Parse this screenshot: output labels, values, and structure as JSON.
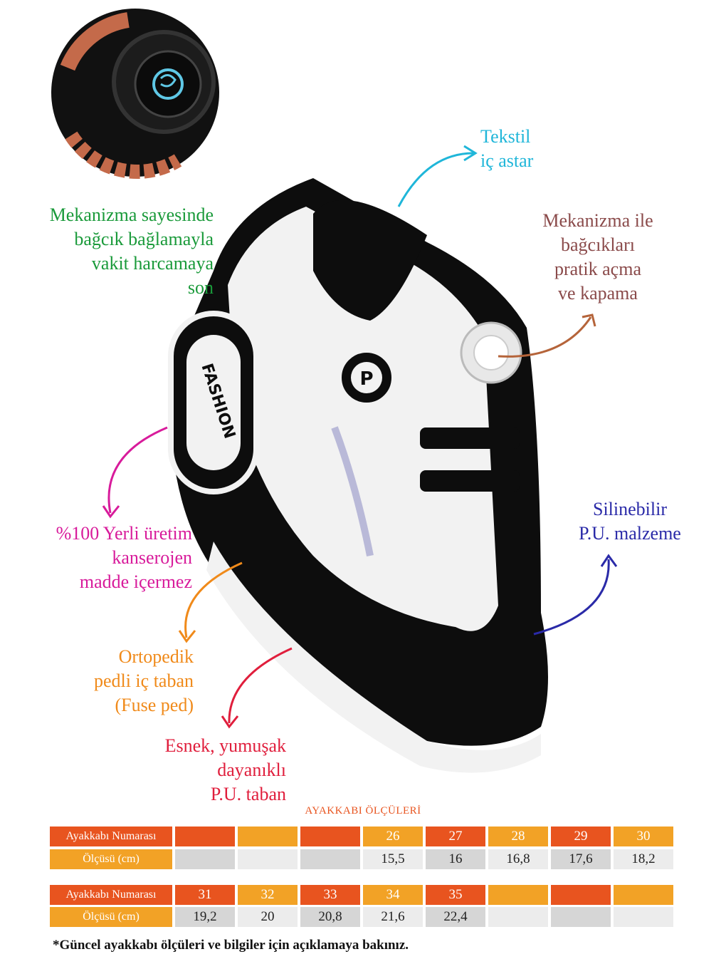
{
  "callouts": {
    "mechanism_left": {
      "lines": [
        "Mekanizma sayesinde",
        "bağcık bağlamayla",
        "vakit harcamaya",
        "son"
      ],
      "color": "#1a9a3a"
    },
    "textile": {
      "lines": [
        "Tekstil",
        "iç astar"
      ],
      "color": "#1fb6d9"
    },
    "mechanism_right": {
      "lines": [
        "Mekanizma ile",
        "bağcıkları",
        "pratik açma",
        "ve kapama"
      ],
      "color": "#8a4a4a"
    },
    "local": {
      "lines": [
        "%100 Yerli üretim",
        "kanserojen",
        "madde içermez"
      ],
      "color": "#d81b9b"
    },
    "pu_material": {
      "lines": [
        "Silinebilir",
        "P.U. malzeme"
      ],
      "color": "#2a2aa8"
    },
    "orthopedic": {
      "lines": [
        "Ortopedik",
        "pedli iç taban",
        "(Fuse ped)"
      ],
      "color": "#f08a1a"
    },
    "sole": {
      "lines": [
        "Esnek, yumuşak",
        "dayanıklı",
        "P.U. taban"
      ],
      "color": "#e01e3c"
    }
  },
  "product": {
    "side_text": "FASHION",
    "badge_letter": "P"
  },
  "size_table": {
    "title": "AYAKKABI ÖLÇÜLERİ",
    "rows": [
      {
        "header": "Ayakkabı Numarası",
        "values": [
          "",
          "",
          "",
          "26",
          "27",
          "28",
          "29",
          "30"
        ]
      },
      {
        "header": "Ölçüsü (cm)",
        "values": [
          "",
          "",
          "",
          "15,5",
          "16",
          "16,8",
          "17,6",
          "18,2"
        ]
      },
      {
        "header": "Ayakkabı Numarası",
        "values": [
          "31",
          "32",
          "33",
          "34",
          "35",
          "",
          "",
          ""
        ]
      },
      {
        "header": "Ölçüsü (cm)",
        "values": [
          "19,2",
          "20",
          "20,8",
          "21,6",
          "22,4",
          "",
          "",
          ""
        ]
      }
    ]
  },
  "footnote": "*Güncel ayakkabı ölçüleri ve bilgiler için açıklamaya bakınız."
}
